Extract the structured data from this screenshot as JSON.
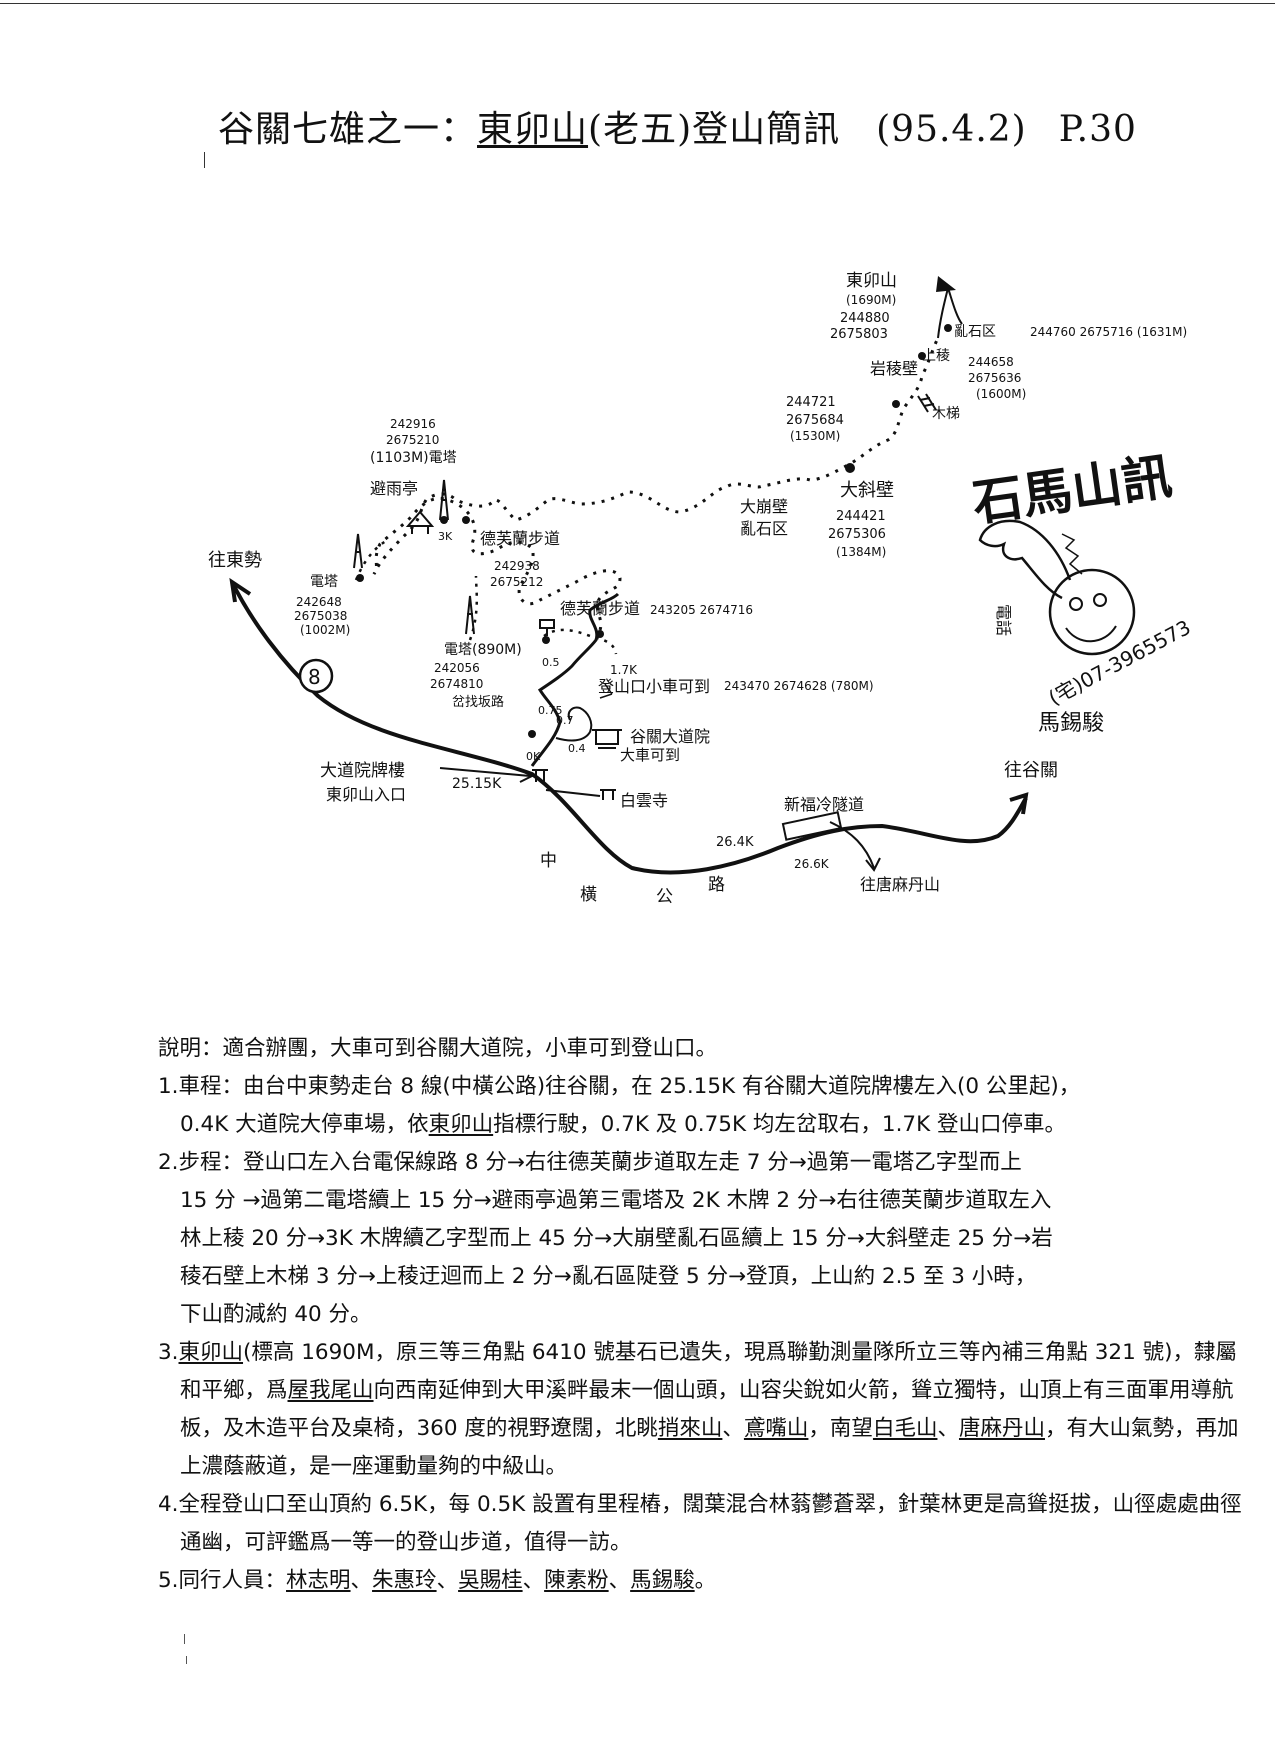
{
  "title": {
    "prefix": "谷關七雄之一：",
    "mountain": "東卯山",
    "suffix": "(老五)登山簡訊",
    "date": "(95.4.2)",
    "page": "P.30"
  },
  "map": {
    "peak": "東卯山",
    "peak_elev": "(1690M)",
    "peak_coord1": "244880",
    "peak_coord2": "2675803",
    "rock_zone": "亂石区",
    "rock_zone_coord": "244760 2675716 (1631M)",
    "ridge_top": "上稜",
    "ridge_top_coord1": "244658",
    "ridge_top_coord2": "2675636",
    "ridge_top_elev": "(1600M)",
    "rock_wall": "岩稜壁",
    "ladder": "木梯",
    "pt3_coord1": "244721",
    "pt3_coord2": "2675684",
    "pt3_elev": "(1530M)",
    "big_wall": "大斜壁",
    "big_wall_coord1": "244421",
    "big_wall_coord2": "2675306",
    "big_wall_elev": "(1384M)",
    "collapse1": "大崩壁",
    "collapse2": "亂石区",
    "tower3_coord1": "242916",
    "tower3_coord2": "2675210",
    "tower3_elev": "(1103M)電塔",
    "shelter": "避雨亭",
    "km3": "3K",
    "trail_a": "德芙蘭步道",
    "trail_a_coord1": "242938",
    "trail_a_coord2": "2675212",
    "to_dongshi": "往東勢",
    "tower1": "電塔",
    "tower1_coord1": "242648",
    "tower1_coord2": "2675038",
    "tower1_elev": "(1002M)",
    "trail_b": "德芙蘭步道",
    "trail_b_coord": "243205 2674716",
    "tower2": "電塔(890M)",
    "tower2_coord1": "242056",
    "tower2_coord2": "2674810",
    "km_05": "0.5",
    "km_17": "1.7K",
    "trailhead": "登山口小車可到",
    "trailhead_coord": "243470 2674628 (780M)",
    "junction": "岔找坂路",
    "km_075": "0.75",
    "km_07": "0.7",
    "temple_name": "谷關大道院",
    "bigcar": "大車可到",
    "km_04": "0.4",
    "km_0": "0K",
    "route_no": "8",
    "gate1": "大道院牌樓",
    "gate2": "東卯山入口",
    "km_2515": "25.15K",
    "baiyun": "白雲寺",
    "km_264": "26.4K",
    "tunnel": "新福冷隧道",
    "km_266": "26.6K",
    "to_guguan": "往谷關",
    "to_tangmadan": "往唐麻丹山",
    "road1": "中",
    "road2": "橫",
    "road3": "公",
    "road4": "路",
    "stamp_title": "石馬山訊",
    "stamp_tel_label": "電話",
    "stamp_tel": "(宅)07-3965573",
    "stamp_name": "馬錫駿"
  },
  "notes": {
    "intro": "說明：適合辦團，大車可到谷關大道院，小車可到登山口。",
    "n1a": "1.車程：由台中東勢走台 8 線(中橫公路)往谷關，在 25.15K 有谷關大道院牌樓左入(0 公里起)，",
    "n1b_pre": "0.4K 大道院大停車場，依",
    "n1b_u": "東卯山",
    "n1b_post": "指標行駛，0.7K 及 0.75K 均左岔取右，1.7K 登山口停車。",
    "n2a": "2.步程：登山口左入台電保線路 8 分→右往德芙蘭步道取左走 7 分→過第一電塔乙字型而上",
    "n2b": "15 分 →過第二電塔續上 15 分→避雨亭過第三電塔及 2K 木牌 2 分→右往德芙蘭步道取左入",
    "n2c": "林上稜 20 分→3K 木牌續乙字型而上 45 分→大崩壁亂石區續上 15 分→大斜壁走 25 分→岩",
    "n2d": "稜石壁上木梯 3 分→上稜迂迴而上 2 分→亂石區陡登 5 分→登頂，上山約 2.5 至 3 小時，",
    "n2e": "下山酌減約 40 分。",
    "n3_num": "3.",
    "n3_u1": "東卯山",
    "n3_t1": "(標高 1690M，原三等三角點 6410 號基石已遺失，現爲聯勤測量隊所立三等內補三角點 321 號)，隸屬和平鄉，爲",
    "n3_u2": "屋我尾山",
    "n3_t2": "向西南延伸到大甲溪畔最末一個山頭，山容尖銳如火箭，聳立獨特，山頂上有三面軍用導航板，及木造平台及桌椅，360 度的視野遼闊，北眺",
    "n3_u3": "捎來山",
    "n3_s1": "、",
    "n3_u4": "鳶嘴山",
    "n3_t3": "，南望",
    "n3_u5": "白毛山",
    "n3_s2": "、",
    "n3_u6": "唐麻丹山",
    "n3_t4": "，有大山氣勢，再加上濃蔭蔽道，是一座運動量夠的中級山。",
    "n4": "4.全程登山口至山頂約 6.5K，每 0.5K 設置有里程樁，闊葉混合林蓊鬱蒼翠，針葉林更是高聳挺拔，山徑處處曲徑通幽，可評鑑爲一等一的登山步道，值得一訪。",
    "n5_pre": "5.同行人員：",
    "n5_p1": "林志明",
    "n5_s1": "、",
    "n5_p2": "朱惠玲",
    "n5_s2": "、",
    "n5_p3": "吳賜桂",
    "n5_s3": "、",
    "n5_p4": "陳素粉",
    "n5_s4": "、",
    "n5_p5": "馬錫駿",
    "n5_end": "。"
  }
}
